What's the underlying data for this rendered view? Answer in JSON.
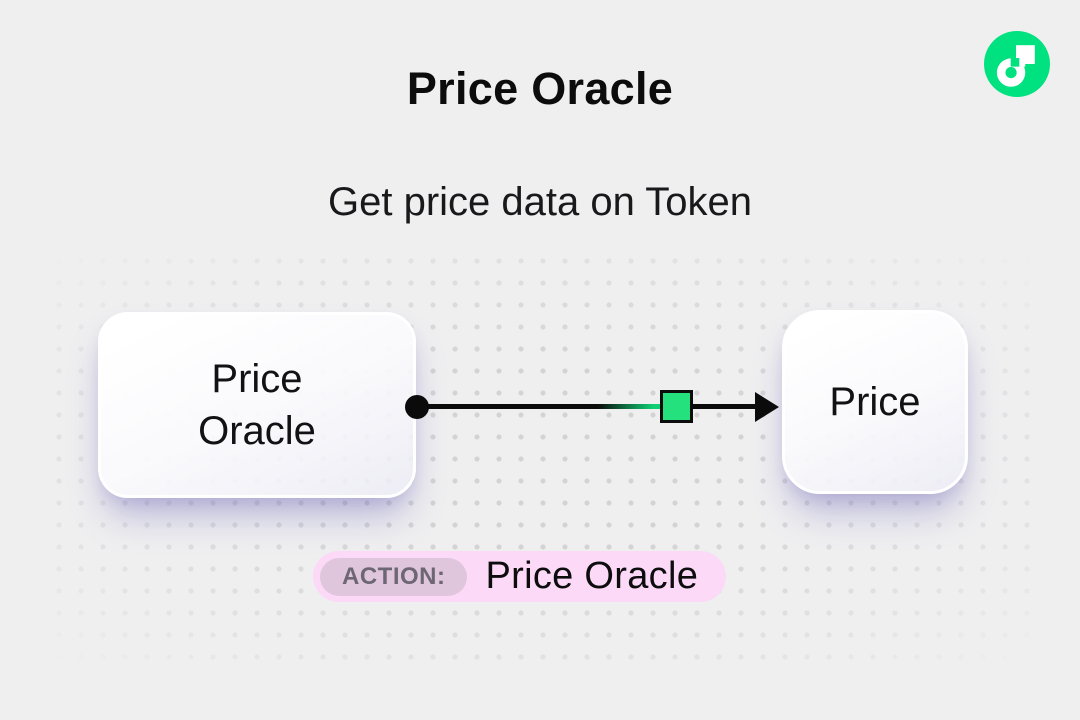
{
  "header": {
    "title": "Price Oracle",
    "subtitle": "Get price data on Token"
  },
  "logo": {
    "icon": "flow-logo"
  },
  "diagram": {
    "source_node": {
      "label": "Price\nOracle"
    },
    "target_node": {
      "label": "Price"
    },
    "connector": {
      "start_marker": "filled-dot",
      "mid_marker": "green-square",
      "end_marker": "arrowhead"
    }
  },
  "action_badge": {
    "tag": "ACTION:",
    "value": "Price Oracle"
  },
  "colors": {
    "background": "#efeff0",
    "dot": "#cfcfd2",
    "accent_green": "#00e17f",
    "marker_green": "#24e07d",
    "badge_pink": "#fbd9f7",
    "tag_mauve": "#e0c6dc",
    "tag_text": "#6d6673",
    "ink": "#0b0b0b",
    "node_shadow": "rgba(106,96,180,0.40)"
  }
}
